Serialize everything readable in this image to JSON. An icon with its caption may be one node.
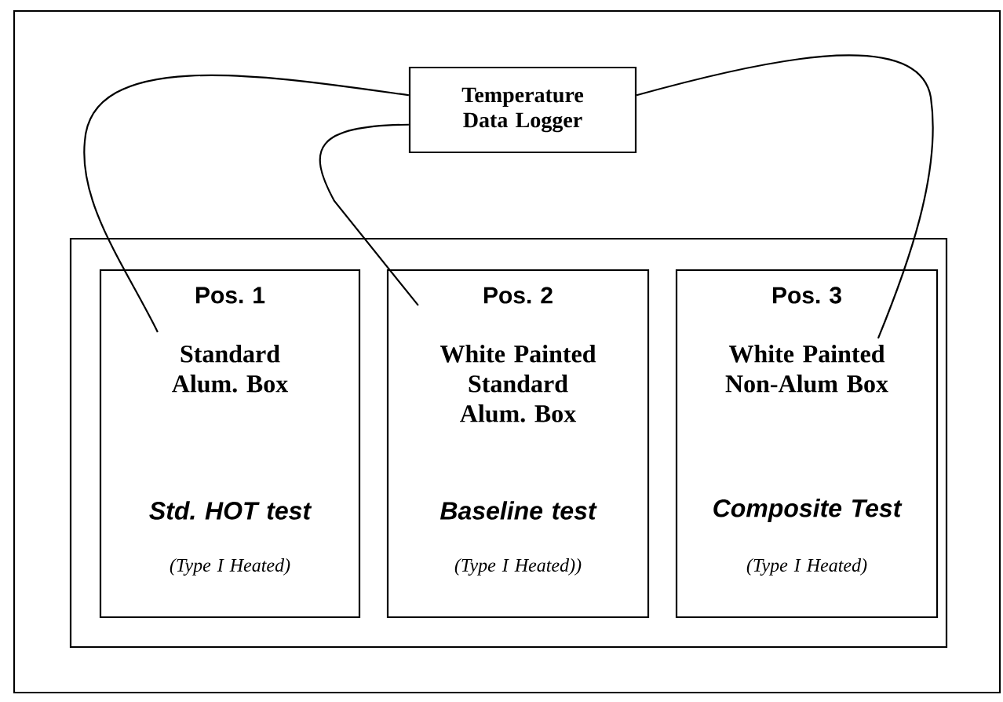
{
  "diagram": {
    "nodes": [
      {
        "text": [
          "Temperature Data Logger"
        ]
      },
      {
        "text": [],
        "shape": "box"
      },
      {
        "text": [
          "Pos. 1",
          "Standard Alum. Box",
          "Std. HOT test",
          "(Type I Heated)"
        ],
        "in": 1
      },
      {
        "text": [
          "Pos. 2",
          "White Painted Standard Alum. Box",
          "Baseline test",
          "(Type I Heated))"
        ],
        "in": 1
      },
      {
        "text": [
          "Pos. 3",
          "White Painted Non-Alum Box",
          "Composite Test",
          "(Type I Heated)"
        ],
        "in": 1
      }
    ],
    "edges": [
      {
        "from": 0,
        "to": 2,
        "arrow": "none"
      },
      {
        "from": 0,
        "to": 3,
        "arrow": "none"
      },
      {
        "from": 0,
        "to": 4,
        "arrow": "none"
      }
    ]
  }
}
